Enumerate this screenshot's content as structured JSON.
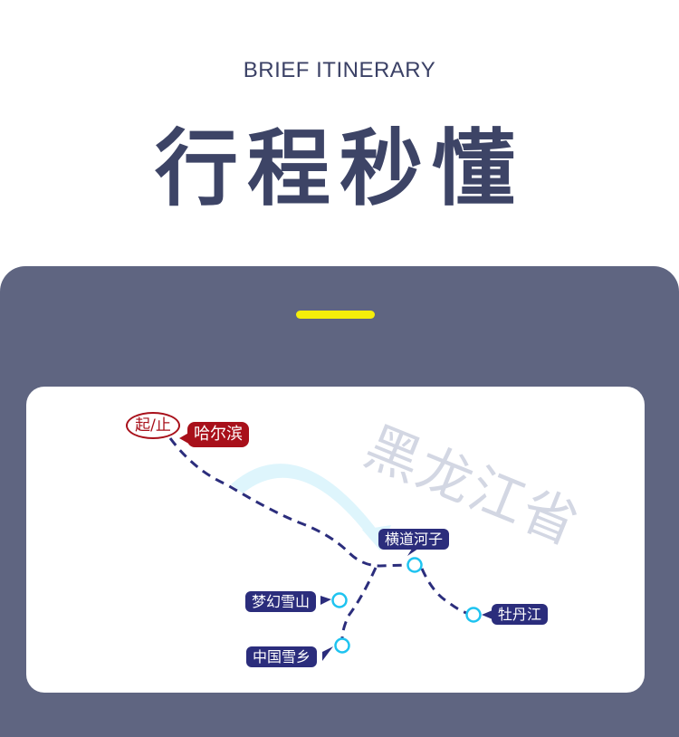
{
  "header": {
    "subtitle": "BRIEF ITINERARY",
    "title": "行程秒懂"
  },
  "map": {
    "watermark": "黑龙江省",
    "start_badge": "起/止",
    "stops": {
      "harbin": "哈尔滨",
      "hengdaohezi": "横道河子",
      "mengxuan": "梦幻雪山",
      "xuexiang": "中国雪乡",
      "mudanjiang": "牡丹江"
    }
  },
  "colors": {
    "title": "#3d4466",
    "panel": "#5f6581",
    "accent": "#f5ee0a",
    "start": "#a8101a",
    "stop": "#2b2d7c",
    "node": "#1ec3f0"
  }
}
